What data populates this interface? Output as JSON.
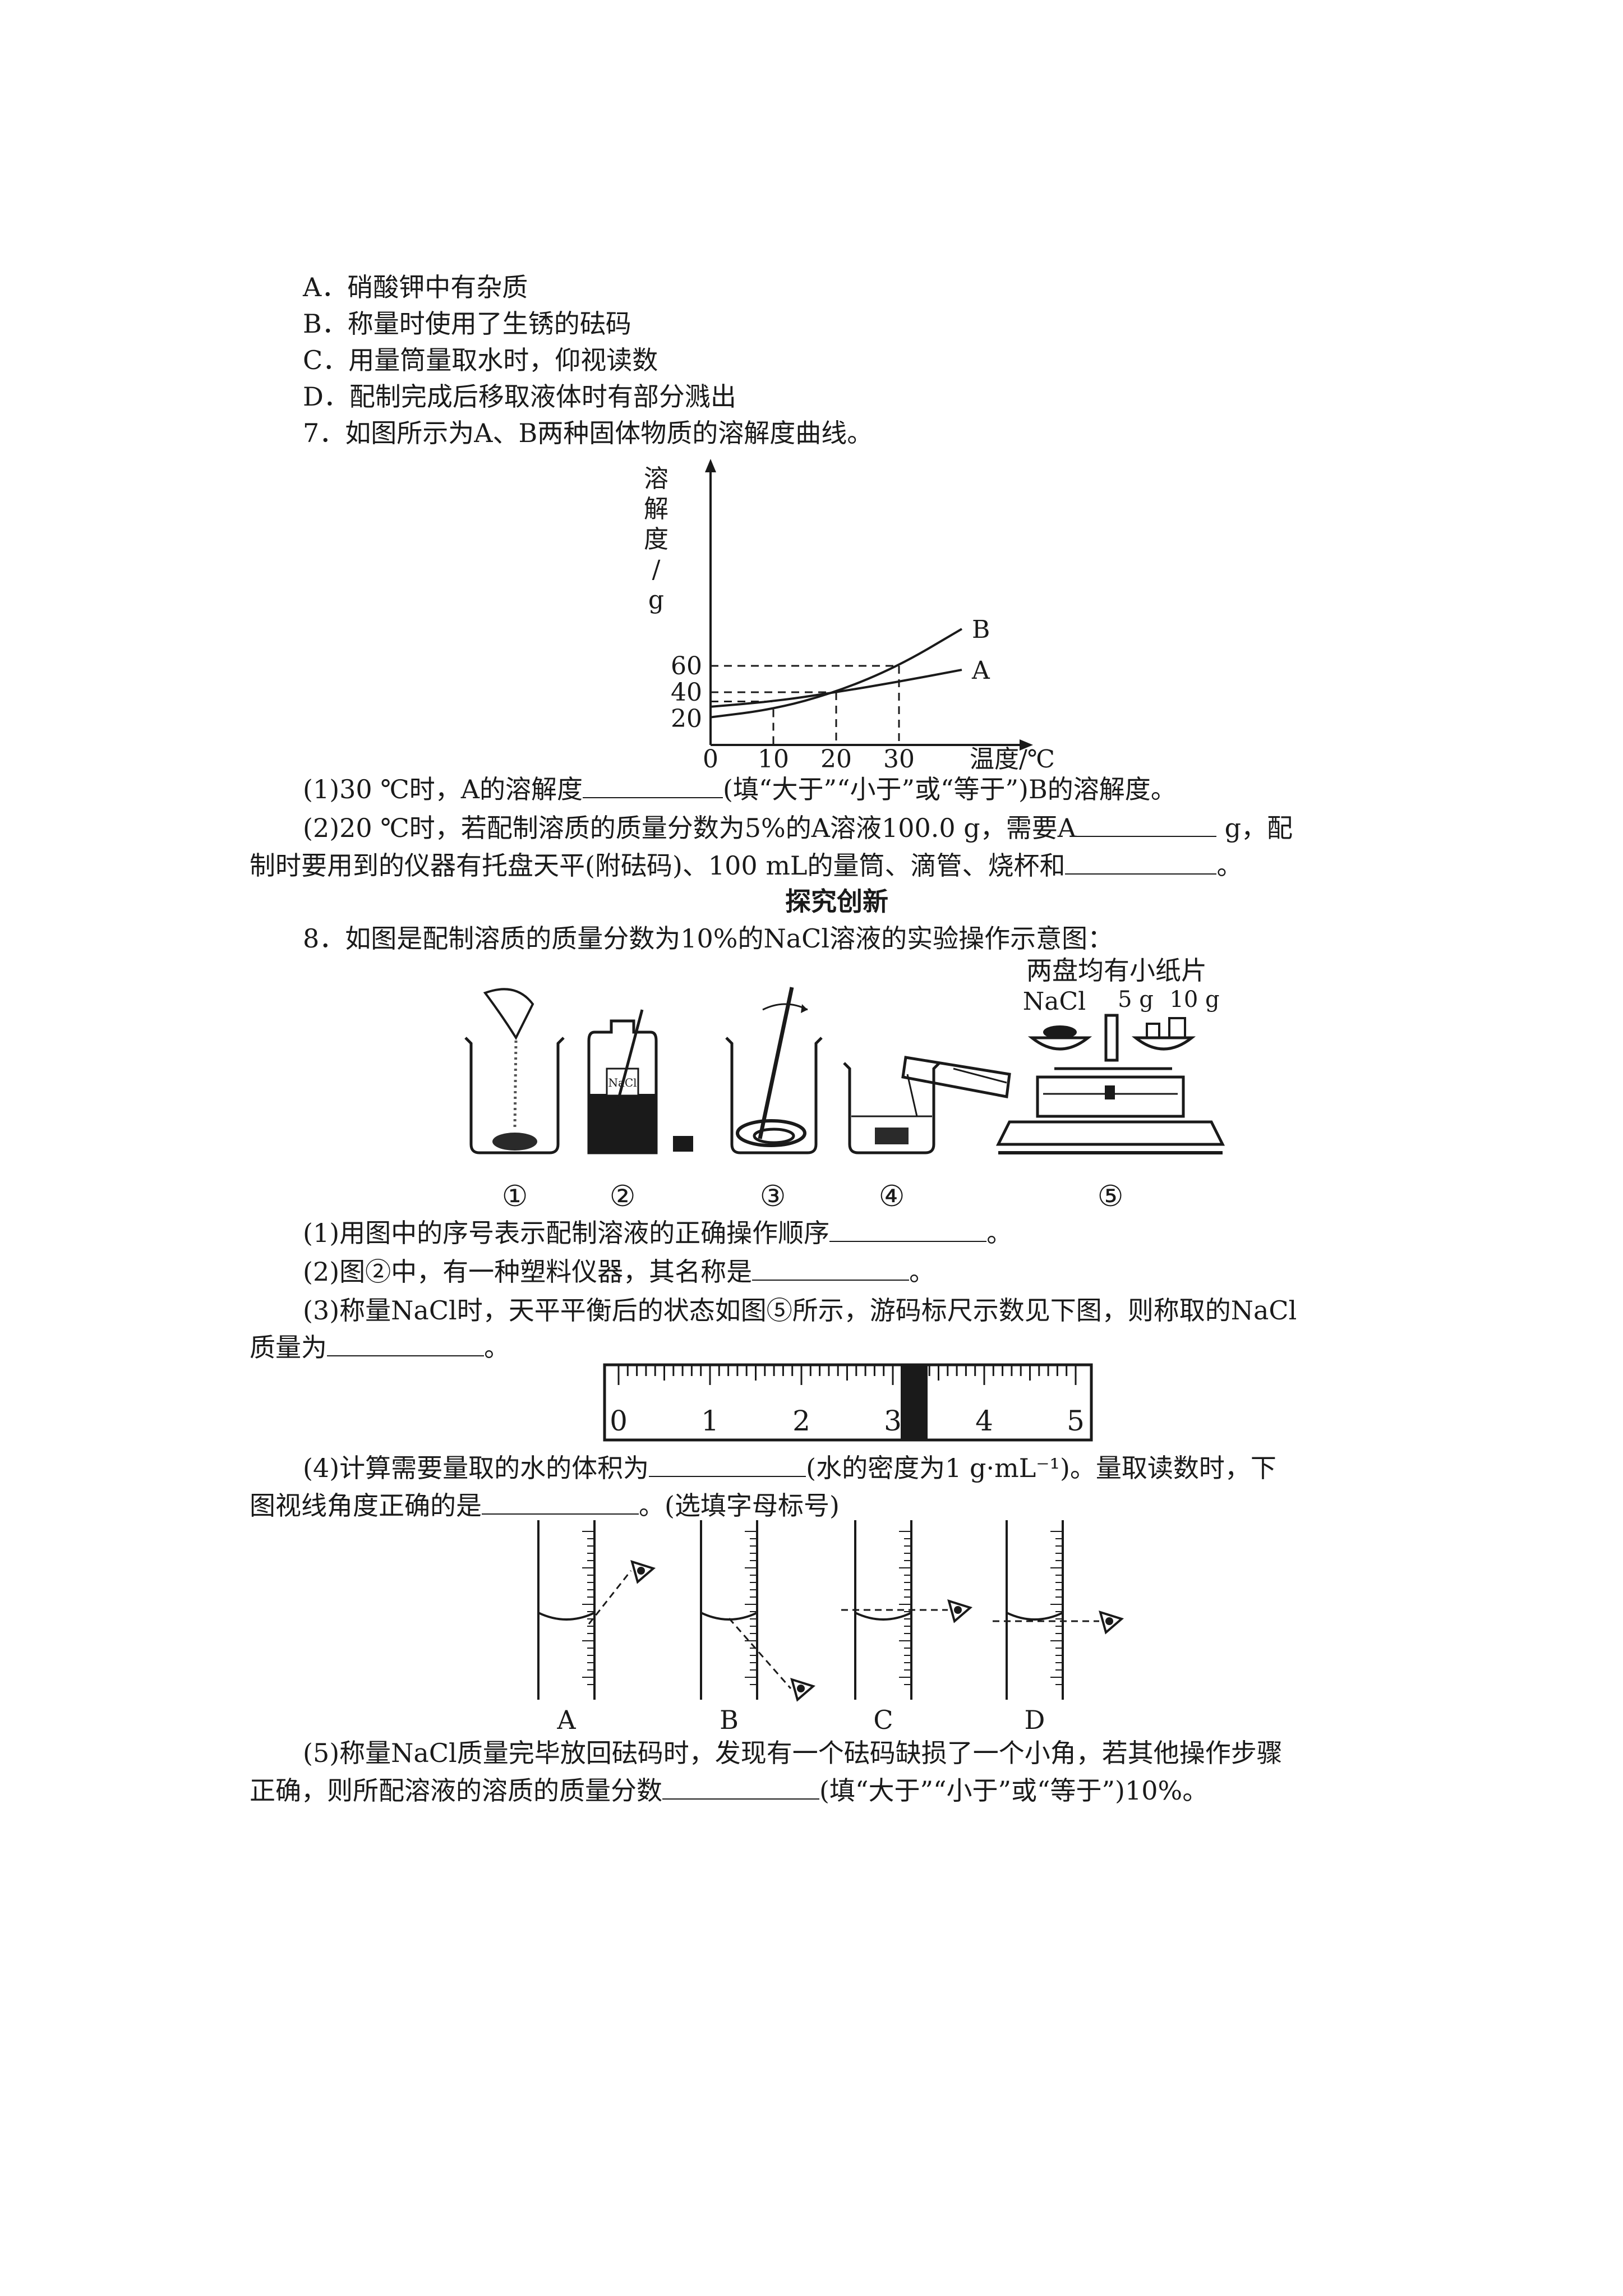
{
  "q6_options": [
    "A．硝酸钾中有杂质",
    "B．称量时使用了生锈的砝码",
    "C．用量筒量取水时，仰视读数",
    "D．配制完成后移取液体时有部分溅出"
  ],
  "q7": {
    "stem": "7．如图所示为A、B两种固体物质的溶解度曲线。",
    "p1_before": "(1)30 ℃时，A的溶解度",
    "p1_after": "(填“大于”“小于”或“等于”)B的溶解度。",
    "p2_before": "(2)20 ℃时，若配制溶质的质量分数为5%的A溶液100.0 g，需要A",
    "p2_after": "g，配",
    "p2b_before": "制时要用到的仪器有托盘天平(附砝码)、100 mL的量筒、滴管、烧杯和",
    "p2b_after": "。"
  },
  "chart_data": {
    "type": "line",
    "ylabel": "溶解度/g",
    "xlabel": "温度/℃",
    "x_ticks": [
      "0",
      "10",
      "20",
      "30"
    ],
    "y_ticks": [
      "20",
      "40",
      "60"
    ],
    "series": [
      {
        "name": "A",
        "x": [
          0,
          10,
          20,
          30,
          40
        ],
        "y": [
          29,
          33,
          40,
          48,
          57
        ]
      },
      {
        "name": "B",
        "x": [
          0,
          10,
          20,
          30,
          40
        ],
        "y": [
          21,
          27,
          40,
          60,
          88
        ]
      }
    ]
  },
  "section_title": "探究创新",
  "q8": {
    "stem": "8．如图是配制溶质的质量分数为10%的NaCl溶液的实验操作示意图：",
    "balance_caption": "两盘均有小纸片",
    "nacl_label": "NaCl",
    "weight_5": "5 g",
    "weight_10": "10 g",
    "bottle_label": "NaCl",
    "step_labels": [
      "①",
      "②",
      "③",
      "④",
      "⑤"
    ],
    "p1_before": "(1)用图中的序号表示配制溶液的正确操作顺序",
    "p1_after": "。",
    "p2_before": "(2)图②中，有一种塑料仪器，其名称是",
    "p2_after": "。",
    "p3_a": "(3)称量NaCl时，天平平衡后的状态如图⑤所示，游码标尺示数见下图，则称取的NaCl",
    "p3_b_before": "质量为",
    "p3_b_after": "。",
    "ruler_labels": [
      "0",
      "1",
      "2",
      "3",
      "4",
      "5"
    ],
    "p4_before": "(4)计算需要量取的水的体积为",
    "p4_after": "(水的密度为1 g·mL⁻¹)。量取读数时，下",
    "p4b_before": "图视线角度正确的是",
    "p4b_after": "。(选填字母标号)",
    "cylinder_labels": [
      "A",
      "B",
      "C",
      "D"
    ],
    "p5_a": "(5)称量NaCl质量完毕放回砝码时，发现有一个砝码缺损了一个小角，若其他操作步骤",
    "p5_b_before": "正确，则所配溶液的溶质的质量分数",
    "p5_b_after": "(填“大于”“小于”或“等于”)10%。"
  }
}
